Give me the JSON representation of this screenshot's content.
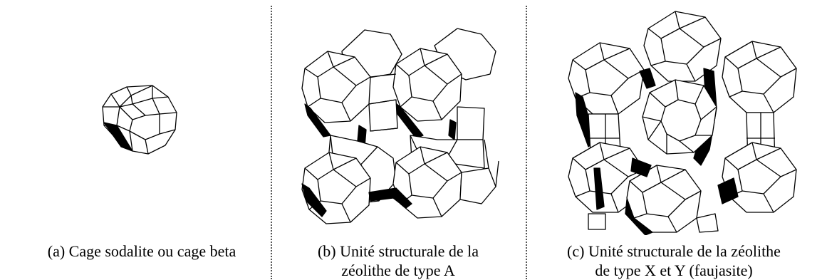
{
  "panels": [
    {
      "caption_lines": [
        "(a) Cage sodalite ou cage beta"
      ]
    },
    {
      "caption_lines": [
        "(b) Unité structurale de la",
        "zéolithe de type A"
      ]
    },
    {
      "caption_lines": [
        "(c) Unité structurale de la zéolithe",
        "de type X et Y (faujasite)"
      ]
    }
  ]
}
